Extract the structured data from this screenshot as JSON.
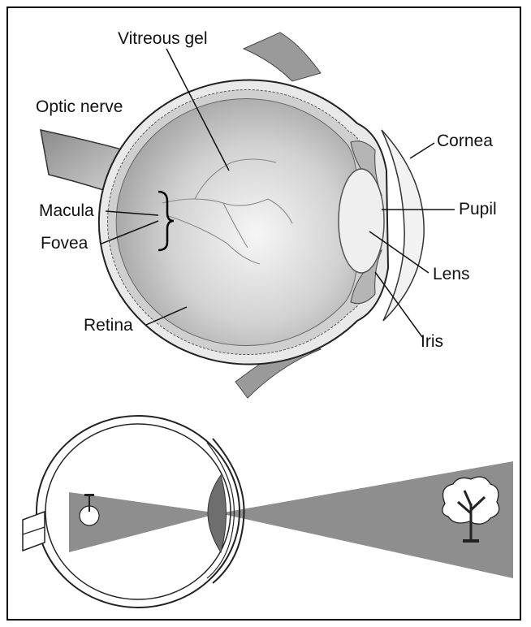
{
  "labels": {
    "vitreous_gel": "Vitreous gel",
    "optic_nerve": "Optic nerve",
    "cornea": "Cornea",
    "macula": "Macula",
    "pupil": "Pupil",
    "fovea": "Fovea",
    "lens": "Lens",
    "retina": "Retina",
    "iris": "Iris"
  },
  "colors": {
    "background": "#ffffff",
    "frame": "#000000",
    "vitreous_light": "#f4f4f4",
    "vitreous_dark": "#a9a9a9",
    "light_cone": "#8e8e8e",
    "lens_dark": "#6e6e6e"
  }
}
